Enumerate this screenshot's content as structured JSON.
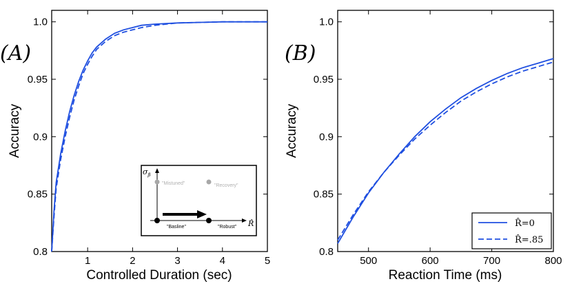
{
  "chart_data": [
    {
      "type": "line",
      "panel_label": "(A)",
      "xlabel": "Controlled Duration (sec)",
      "ylabel": "Accuracy",
      "xlim": [
        0.2,
        5
      ],
      "ylim": [
        0.8,
        1.01
      ],
      "xticks": [
        1,
        2,
        3,
        4,
        5
      ],
      "yticks": [
        0.8,
        0.85,
        0.9,
        0.95,
        1.0
      ],
      "ytick_labels": [
        "0.8",
        "0.85",
        "0.9",
        "0.95",
        "1.0"
      ],
      "color": "#1f4fe0",
      "series": [
        {
          "style": "solid",
          "x": [
            0.2,
            0.25,
            0.3,
            0.4,
            0.5,
            0.6,
            0.7,
            0.8,
            0.9,
            1.0,
            1.1,
            1.2,
            1.4,
            1.6,
            1.8,
            2.0,
            2.2,
            2.5,
            3.0,
            3.5,
            4.0,
            5.0
          ],
          "y": [
            0.8,
            0.835,
            0.86,
            0.885,
            0.905,
            0.922,
            0.936,
            0.948,
            0.958,
            0.966,
            0.973,
            0.978,
            0.985,
            0.99,
            0.993,
            0.995,
            0.997,
            0.998,
            0.999,
            0.9995,
            1.0,
            1.0
          ]
        },
        {
          "style": "dashed",
          "x": [
            0.2,
            0.25,
            0.3,
            0.4,
            0.5,
            0.6,
            0.7,
            0.8,
            0.9,
            1.0,
            1.1,
            1.2,
            1.4,
            1.6,
            1.8,
            2.0,
            2.2,
            2.5,
            3.0,
            3.5,
            4.0,
            5.0
          ],
          "y": [
            0.8,
            0.83,
            0.855,
            0.88,
            0.9,
            0.917,
            0.932,
            0.944,
            0.955,
            0.963,
            0.97,
            0.976,
            0.983,
            0.988,
            0.991,
            0.993,
            0.995,
            0.997,
            0.999,
            0.9995,
            1.0,
            1.0
          ]
        }
      ],
      "inset": {
        "y_symbol": "σ",
        "y_symbol_sub": "β",
        "x_symbol": "R̂",
        "points": [
          {
            "label": "\"Mistuned\"",
            "highlighted": false
          },
          {
            "label": "\"Recovery\"",
            "highlighted": false
          },
          {
            "label": "\"Basline\"",
            "highlighted": true
          },
          {
            "label": "\"Robust\"",
            "highlighted": true
          }
        ]
      }
    },
    {
      "type": "line",
      "panel_label": "(B)",
      "xlabel": "Reaction Time (ms)",
      "ylabel": "Accuracy",
      "xlim": [
        450,
        800
      ],
      "ylim": [
        0.8,
        1.01
      ],
      "xticks": [
        500,
        600,
        700,
        800
      ],
      "yticks": [
        0.8,
        0.85,
        0.9,
        0.95,
        1.0
      ],
      "ytick_labels": [
        "0.8",
        "0.85",
        "0.9",
        "0.95",
        "1.0"
      ],
      "color": "#1f4fe0",
      "legend": {
        "placement": "bottom-right"
      },
      "series": [
        {
          "name": "R̂=0",
          "style": "solid",
          "x": [
            450,
            475,
            500,
            525,
            550,
            575,
            600,
            625,
            650,
            675,
            700,
            725,
            750,
            775,
            800
          ],
          "y": [
            0.807,
            0.83,
            0.851,
            0.869,
            0.885,
            0.9,
            0.913,
            0.924,
            0.934,
            0.942,
            0.949,
            0.955,
            0.96,
            0.964,
            0.968
          ]
        },
        {
          "name": "R̂=.85",
          "style": "dashed",
          "x": [
            450,
            475,
            500,
            525,
            550,
            575,
            600,
            625,
            650,
            675,
            700,
            725,
            750,
            775,
            800
          ],
          "y": [
            0.81,
            0.832,
            0.852,
            0.869,
            0.884,
            0.898,
            0.91,
            0.921,
            0.931,
            0.939,
            0.946,
            0.952,
            0.957,
            0.961,
            0.965
          ]
        }
      ]
    }
  ]
}
